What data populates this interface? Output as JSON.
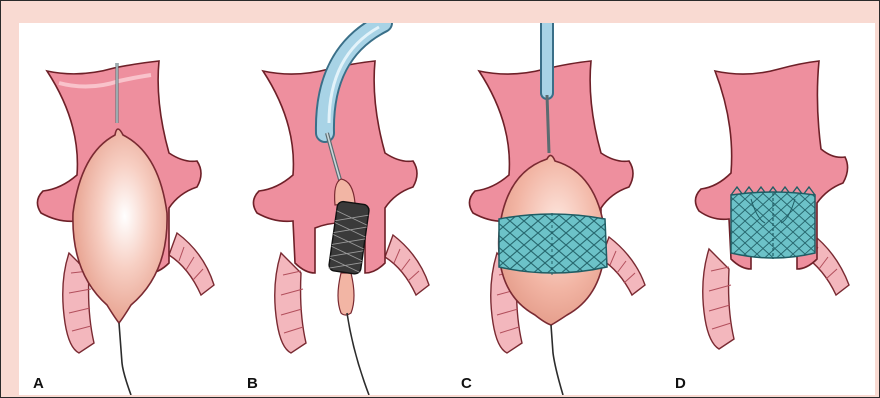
{
  "figure": {
    "stages": [
      {
        "label": "A"
      },
      {
        "label": "B"
      },
      {
        "label": "C"
      },
      {
        "label": "D"
      }
    ]
  },
  "colors": {
    "frame_background": "#f9dad2",
    "aorta_fill": "#ee8f9e",
    "aorta_inner": "#fbd0d6",
    "coronary_fill": "#f3b7bd",
    "balloon_fill": "#f2b5a4",
    "catheter": "#a8d3e6",
    "stent": "#6cc2c8",
    "crimped_valve": "#3a3a3a"
  }
}
